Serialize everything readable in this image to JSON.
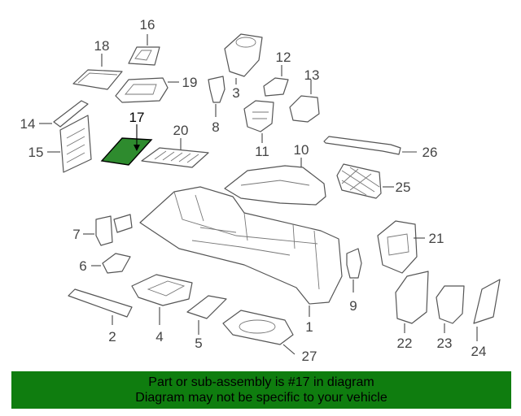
{
  "highlighted_part": "17",
  "callouts": [
    "16",
    "18",
    "19",
    "3",
    "12",
    "13",
    "14",
    "15",
    "17",
    "8",
    "11",
    "20",
    "10",
    "26",
    "25",
    "7",
    "21",
    "6",
    "9",
    "2",
    "4",
    "5",
    "1",
    "27",
    "22",
    "23",
    "24"
  ],
  "banner": {
    "line1": "Part or sub-assembly is #17 in diagram",
    "line2": "Diagram may not be specific to your vehicle"
  },
  "colors": {
    "highlight": "#2e8b2e",
    "banner": "#0f7d0f"
  }
}
